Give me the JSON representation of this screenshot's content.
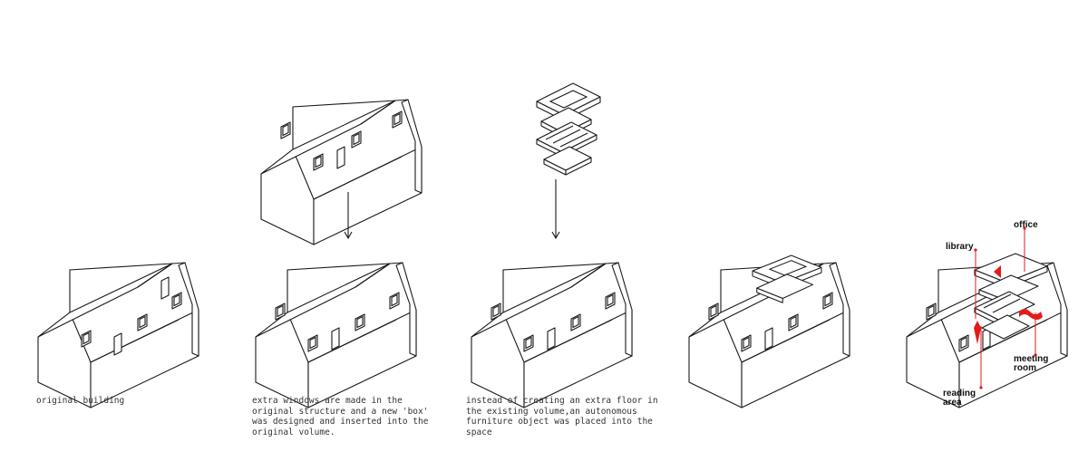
{
  "captions": {
    "step1": "original building",
    "step2": "extra windows are made in the\noriginal structure and a new 'box'\nwas designed and inserted into the\noriginal volume.",
    "step3": "instead of creating an extra floor in\nthe existing volume,an autonomous\nfurniture object was placed into the\nspace"
  },
  "labels": {
    "office": "office",
    "library": "library",
    "meeting": "meeting\nroom",
    "reading": "reading\narea"
  },
  "colors": {
    "line": "#1a1a1a",
    "accent": "#e21b1b",
    "text": "#333333"
  }
}
